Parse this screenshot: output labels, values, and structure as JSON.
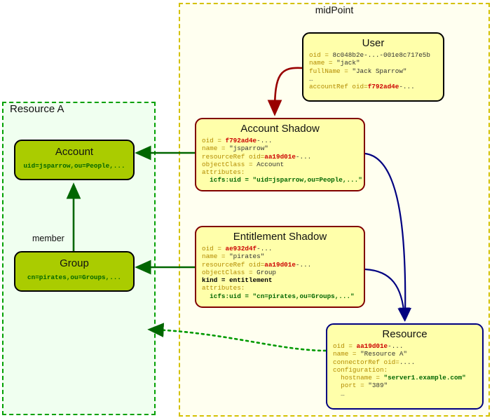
{
  "containers": {
    "midpoint": {
      "title": "midPoint"
    },
    "resource_a": {
      "title": "Resource A"
    }
  },
  "cards": {
    "user": {
      "title": "User",
      "lines": [
        "oid = 8c048b2e-...-001e8c717e5b",
        "name = \"jack\"",
        "fullName = \"Jack Sparrow\"",
        "…",
        "accountRef oid=f792ad4e-..."
      ]
    },
    "account_shadow": {
      "title": "Account Shadow",
      "lines": [
        "oid = f792ad4e-...",
        "name = \"jsparrow\"",
        "resourceRef oid=aa19d01e-...",
        "objectClass = Account",
        "attributes:",
        "  icfs:uid = \"uid=jsparrow,ou=People,...\""
      ]
    },
    "entitlement_shadow": {
      "title": "Entitlement Shadow",
      "lines": [
        "oid = ae932d4f-...",
        "name = \"pirates\"",
        "resourceRef oid=aa19d01e-...",
        "objectClass = Group",
        "kind = entitlement",
        "attributes:",
        "  icfs:uid = \"cn=pirates,ou=Groups,...\""
      ]
    },
    "resource": {
      "title": "Resource",
      "lines": [
        "oid = aa19d01e-...",
        "name = \"Resource A\"",
        "connectorRef oid=....",
        "configuration:",
        "  hostname = \"server1.example.com\"",
        "  port = \"389\"",
        "  …"
      ]
    }
  },
  "green_boxes": {
    "account": {
      "title": "Account",
      "dn": "uid=jsparrow,ou=People,..."
    },
    "group": {
      "title": "Group",
      "dn": "cn=pirates,ou=Groups,..."
    }
  },
  "edges": {
    "member_label": "member"
  },
  "colors": {
    "card_fill": "#ffffaa",
    "green_box_fill": "#aacc00",
    "midpoint_border": "#d4c100",
    "resource_a_border": "#00a000",
    "shadow_border": "#800000",
    "resource_border": "#000080",
    "arrow_red": "#990000",
    "arrow_blue": "#000080",
    "arrow_green": "#006600"
  }
}
